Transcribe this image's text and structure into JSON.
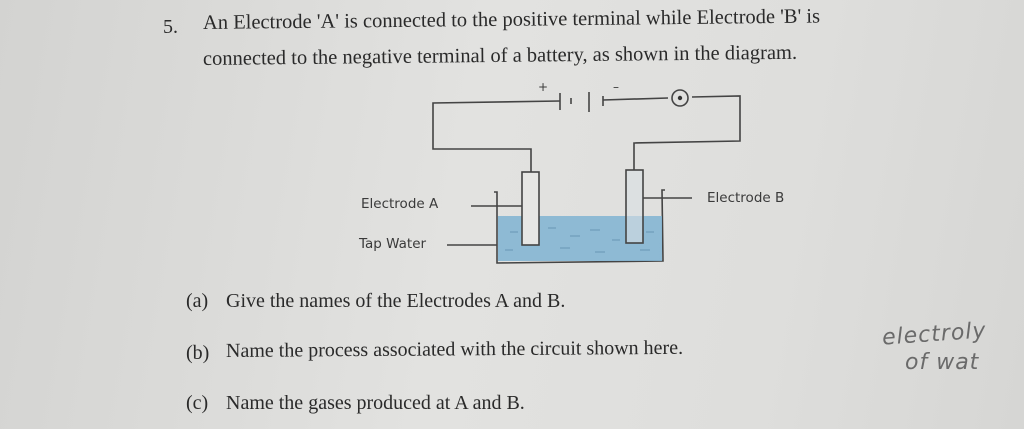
{
  "question": {
    "number": "5.",
    "line1": "An Electrode 'A' is connected to the positive terminal while Electrode 'B' is",
    "line2": "connected to the negative terminal of a battery, as shown in the diagram."
  },
  "diagram": {
    "electrode_a_label": "Electrode A",
    "electrode_b_label": "Electrode B",
    "tap_water_label": "Tap Water",
    "plus_sign": "+",
    "minus_sign": "–",
    "water_color": "#7fb3d2"
  },
  "parts": [
    {
      "label": "(a)",
      "text": "Give the names of the Electrodes A and B."
    },
    {
      "label": "(b)",
      "text": "Name the process associated with the circuit shown here."
    },
    {
      "label": "(c)",
      "text": "Name the gases produced at A and B."
    }
  ],
  "handwriting": {
    "line1": "electroly",
    "line2": "of wat"
  }
}
